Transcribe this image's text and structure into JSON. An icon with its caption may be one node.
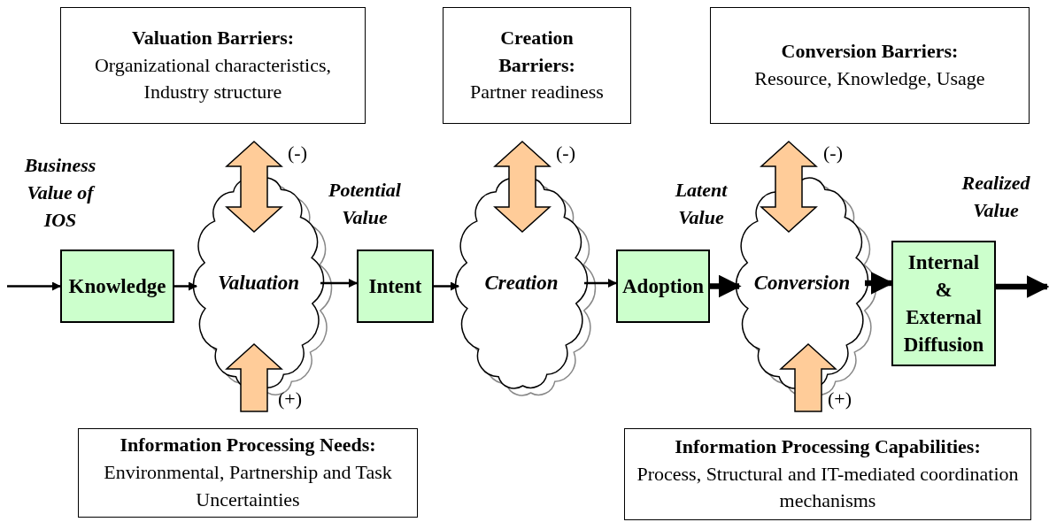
{
  "diagram": {
    "nodes": [
      {
        "text": [
          "Valuation Barriers:",
          "Organizational characteristics, Industry structure"
        ]
      },
      {
        "text": [
          "Creation Barriers:",
          "Partner readiness"
        ]
      },
      {
        "text": [
          "Conversion Barriers:",
          "Resource, Knowledge, Usage"
        ]
      },
      {
        "text": [
          "Knowledge"
        ]
      },
      {
        "text": [
          "Valuation"
        ]
      },
      {
        "text": [
          "Intent"
        ]
      },
      {
        "text": [
          "Creation"
        ]
      },
      {
        "text": [
          "Adoption"
        ]
      },
      {
        "text": [
          "Conversion"
        ]
      },
      {
        "text": [
          "Internal & External Diffusion"
        ]
      },
      {
        "text": [
          "Information Processing Needs:",
          "Environmental, Partnership and Task Uncertainties"
        ]
      },
      {
        "text": [
          "Information Processing Capabilities:",
          "Process, Structural and IT-mediated coordination mechanisms"
        ]
      }
    ],
    "edges": [
      {
        "from": null,
        "to": 3,
        "arrow": "to"
      },
      {
        "from": 3,
        "to": 4,
        "arrow": "to"
      },
      {
        "from": 4,
        "to": 5,
        "arrow": "to"
      },
      {
        "from": 5,
        "to": 6,
        "arrow": "to"
      },
      {
        "from": 6,
        "to": 7,
        "arrow": "to"
      },
      {
        "from": 7,
        "to": 8,
        "arrow": "to",
        "style": "thick"
      },
      {
        "from": 8,
        "to": 9,
        "arrow": "to",
        "style": "thick"
      },
      {
        "from": 9,
        "to": null,
        "arrow": "to",
        "style": "thick"
      },
      {
        "from": 0,
        "to": 4,
        "arrow": "both",
        "label": "(-)",
        "style": "thick",
        "color": "#ffcc99"
      },
      {
        "from": 10,
        "to": 4,
        "arrow": "to",
        "label": "(+)",
        "style": "thick",
        "color": "#ffcc99"
      },
      {
        "from": 1,
        "to": 6,
        "arrow": "both",
        "label": "(-)",
        "style": "thick",
        "color": "#ffcc99"
      },
      {
        "from": 2,
        "to": 8,
        "arrow": "both",
        "label": "(-)",
        "style": "thick",
        "color": "#ffcc99"
      },
      {
        "from": 11,
        "to": 8,
        "arrow": "to",
        "label": "(+)",
        "style": "thick",
        "color": "#ffcc99"
      }
    ],
    "labels": [
      "Business Value of IOS",
      "Potential Value",
      "Latent Value",
      "Realized Value"
    ]
  }
}
